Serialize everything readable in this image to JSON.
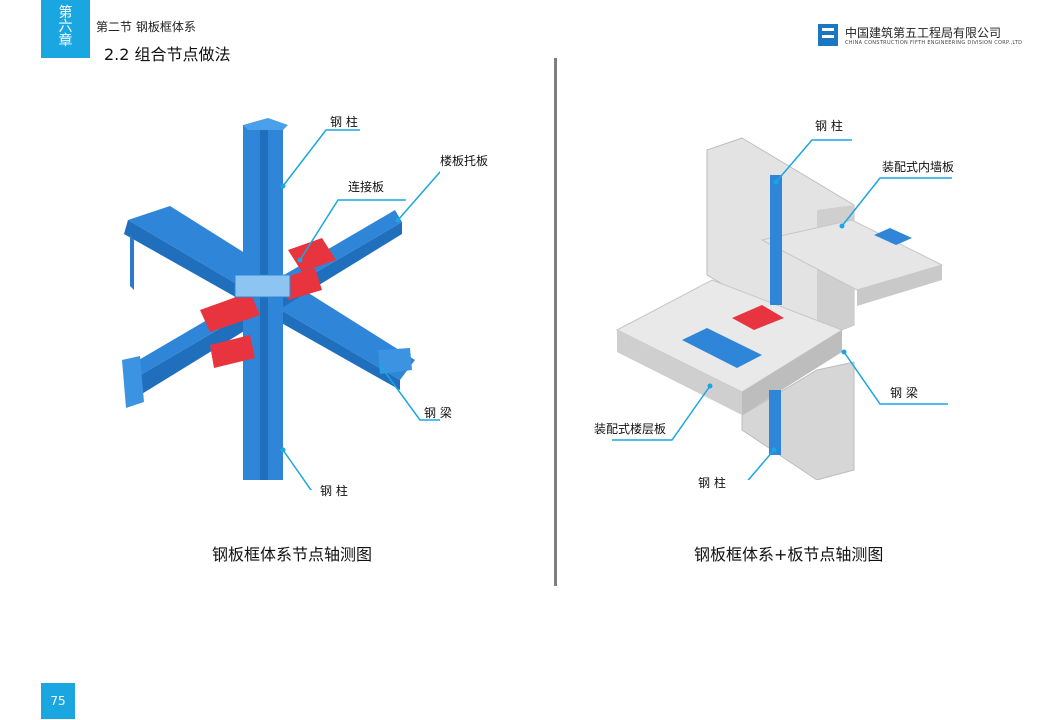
{
  "chapter": {
    "chars": [
      "第",
      "六",
      "章"
    ]
  },
  "header": {
    "section": "第二节 钢板框体系",
    "subsection": "2.2 组合节点做法",
    "company_cn": "中国建筑第五工程局有限公司",
    "company_en": "CHINA CONSTRUCTION FIFTH ENGINEERING DIVISION CORP.,LTD"
  },
  "left_figure": {
    "labels": {
      "steel_column_top": "钢 柱",
      "floor_bracket": "楼板托板",
      "connector_plate": "连接板",
      "steel_beam": "钢 梁",
      "steel_column_bottom": "钢 柱"
    },
    "caption": "钢板框体系节点轴测图"
  },
  "right_figure": {
    "labels": {
      "steel_column_top": "钢 柱",
      "prefab_wall": "装配式内墙板",
      "steel_beam": "钢 梁",
      "prefab_floor": "装配式楼层板",
      "steel_column_bottom": "钢 柱"
    },
    "caption": "钢板框体系+板节点轴测图"
  },
  "page_number": "75",
  "colors": {
    "accent": "#1aa6e0",
    "steel": "#2f86d8",
    "plate": "#e8343f",
    "concrete": "#d9d9d9",
    "divider": "#7f7f7f"
  }
}
